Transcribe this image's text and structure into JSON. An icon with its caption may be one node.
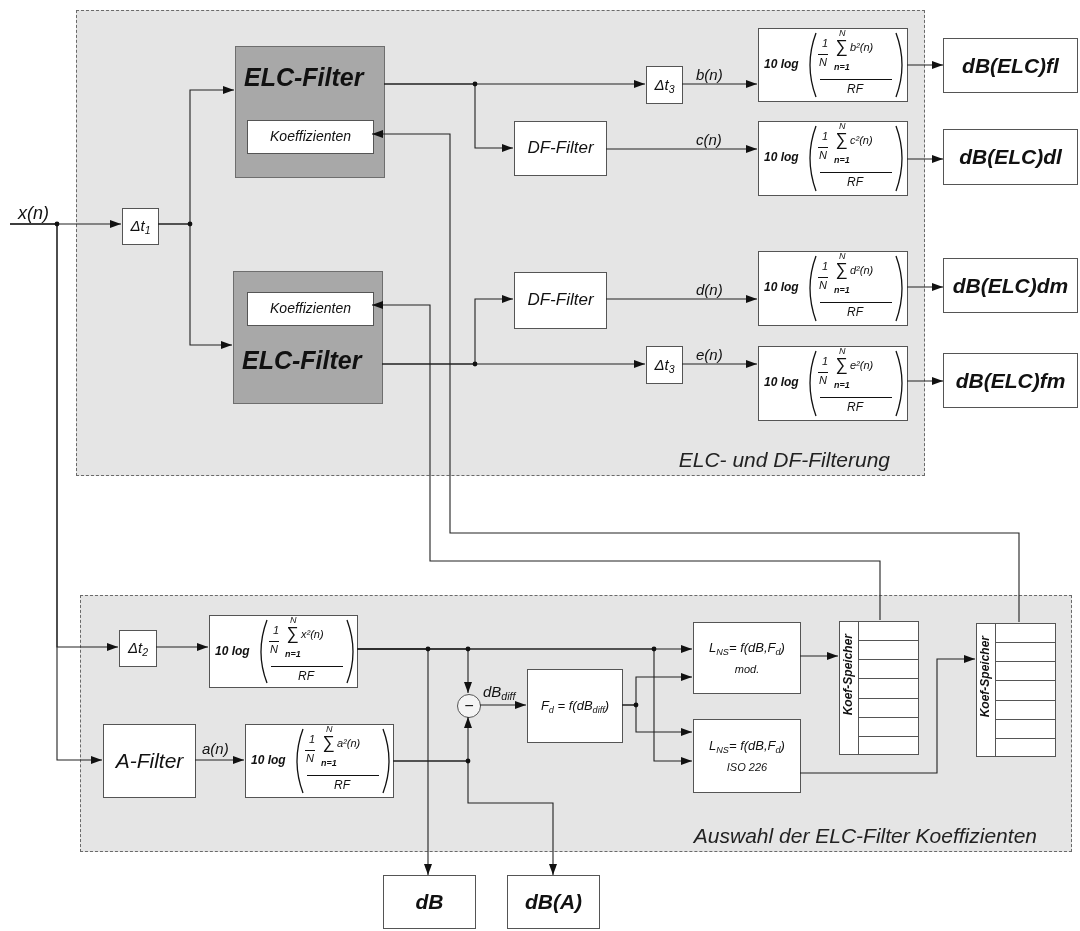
{
  "diagram": {
    "nodes": [
      {
        "text": [
          "ELC- und DF-Filterung"
        ]
      },
      {
        "text": [
          "Δt$_{1}$"
        ],
        "in": 0
      },
      {
        "text": [
          "ELC-Filter"
        ],
        "in": 0
      },
      {
        "text": [
          "Koeffizienten"
        ],
        "in": 2
      },
      {
        "text": [
          "ELC-Filter"
        ],
        "in": 0
      },
      {
        "text": [
          "Koeffizienten"
        ],
        "in": 4
      },
      {
        "text": [
          "DF-Filter"
        ],
        "in": 0
      },
      {
        "text": [
          "DF-Filter"
        ],
        "in": 0
      },
      {
        "text": [
          "Δt$_{3}$"
        ],
        "in": 0
      },
      {
        "text": [
          "Δt$_{3}$"
        ],
        "in": 0
      },
      {
        "text": [
          "10 log",
          "1",
          "N",
          "N",
          "∑",
          "b²(n)",
          "n=1",
          "RF"
        ],
        "in": 0
      },
      {
        "text": [
          "10 log",
          "1",
          "N",
          "N",
          "∑",
          "c²(n)",
          "n=1",
          "RF"
        ],
        "in": 0
      },
      {
        "text": [
          "10 log",
          "1",
          "N",
          "N",
          "∑",
          "d²(n)",
          "n=1",
          "RF"
        ],
        "in": 0
      },
      {
        "text": [
          "10 log",
          "1",
          "N",
          "N",
          "∑",
          "e²(n)",
          "n=1",
          "RF"
        ],
        "in": 0
      },
      {
        "text": [
          "dB(ELC)fl"
        ]
      },
      {
        "text": [
          "dB(ELC)dl"
        ]
      },
      {
        "text": [
          "dB(ELC)dm"
        ]
      },
      {
        "text": [
          "dB(ELC)fm"
        ]
      },
      {
        "text": [
          "Auswahl der ELC-Filter Koeffizienten"
        ]
      },
      {
        "text": [
          "Δt$_{2}$"
        ],
        "in": 18
      },
      {
        "text": [
          "10 log",
          "1",
          "N",
          "N",
          "∑",
          "x²(n)",
          "n=1",
          "RF"
        ],
        "in": 18
      },
      {
        "text": [
          "A-Filter"
        ],
        "in": 18
      },
      {
        "text": [
          "10 log",
          "1",
          "N",
          "N",
          "∑",
          "a²(n)",
          "n=1",
          "RF"
        ],
        "in": 18
      },
      {
        "text": [
          "−"
        ],
        "in": 18
      },
      {
        "text": [
          "F$_{d}$ = f(dB$_{diff}$)"
        ],
        "in": 18
      },
      {
        "text": [
          "L$_{NS}$= f(dB,F$_{d}$)",
          "mod."
        ],
        "in": 18
      },
      {
        "text": [
          "L$_{NS}$= f(dB,F$_{d}$)",
          "ISO 226"
        ],
        "in": 18
      },
      {
        "text": [
          "Koef-Speicher"
        ],
        "in": 18
      },
      {
        "text": [
          "Koef-Speicher"
        ],
        "in": 18
      },
      {
        "text": [
          "dB"
        ]
      },
      {
        "text": [
          "dB(A)"
        ]
      }
    ],
    "edges": [
      {
        "from": null,
        "to": 1,
        "arrow": "to",
        "label": "x(n)"
      },
      {
        "from": null,
        "to": 19,
        "arrow": "to"
      },
      {
        "from": null,
        "to": 21,
        "arrow": "to"
      },
      {
        "from": 1,
        "to": 2,
        "arrow": "to"
      },
      {
        "from": 1,
        "to": 4,
        "arrow": "to"
      },
      {
        "from": 2,
        "to": 8,
        "arrow": "to"
      },
      {
        "from": 2,
        "to": 6,
        "arrow": "to"
      },
      {
        "from": 4,
        "to": 7,
        "arrow": "to"
      },
      {
        "from": 4,
        "to": 9,
        "arrow": "to"
      },
      {
        "from": 8,
        "to": 10,
        "arrow": "to",
        "label": "b(n)"
      },
      {
        "from": 6,
        "to": 11,
        "arrow": "to",
        "label": "c(n)"
      },
      {
        "from": 7,
        "to": 12,
        "arrow": "to",
        "label": "d(n)"
      },
      {
        "from": 9,
        "to": 13,
        "arrow": "to",
        "label": "e(n)"
      },
      {
        "from": 10,
        "to": 14,
        "arrow": "to"
      },
      {
        "from": 11,
        "to": 15,
        "arrow": "to"
      },
      {
        "from": 12,
        "to": 16,
        "arrow": "to"
      },
      {
        "from": 13,
        "to": 17,
        "arrow": "to"
      },
      {
        "from": 27,
        "to": 5,
        "arrow": "to"
      },
      {
        "from": 28,
        "to": 3,
        "arrow": "to"
      },
      {
        "from": 19,
        "to": 20,
        "arrow": "to"
      },
      {
        "from": 21,
        "to": 22,
        "arrow": "to",
        "label": "a(n)"
      },
      {
        "from": 20,
        "to": 29,
        "arrow": "to"
      },
      {
        "from": 20,
        "to": 23,
        "arrow": "to"
      },
      {
        "from": 20,
        "to": 25,
        "arrow": "to"
      },
      {
        "from": 20,
        "to": 26,
        "arrow": "to"
      },
      {
        "from": 22,
        "to": 23,
        "arrow": "to"
      },
      {
        "from": 22,
        "to": 30,
        "arrow": "to"
      },
      {
        "from": 23,
        "to": 24,
        "arrow": "to",
        "label": "dB$_{diff}$"
      },
      {
        "from": 24,
        "to": 25,
        "arrow": "to"
      },
      {
        "from": 24,
        "to": 26,
        "arrow": "to"
      },
      {
        "from": 25,
        "to": 27,
        "arrow": "to"
      },
      {
        "from": 26,
        "to": 28,
        "arrow": "to"
      }
    ]
  }
}
